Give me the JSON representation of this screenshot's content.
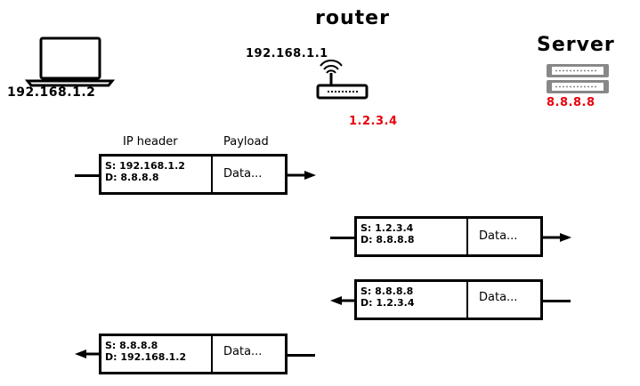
{
  "router": {
    "title": "router",
    "lan_ip": "192.168.1.1",
    "wan_ip": "1.2.3.4"
  },
  "laptop": {
    "ip": "192.168.1.2"
  },
  "server": {
    "title": "Server",
    "ip": "8.8.8.8"
  },
  "column_headers": {
    "ip_header": "IP header",
    "payload": "Payload"
  },
  "packets": [
    {
      "src": "S: 192.168.1.2",
      "dst": "D: 8.8.8.8",
      "payload": "Data...",
      "direction": "right"
    },
    {
      "src": "S: 1.2.3.4",
      "dst": "D: 8.8.8.8",
      "payload": "Data...",
      "direction": "right"
    },
    {
      "src": "S: 8.8.8.8",
      "dst": "D: 1.2.3.4",
      "payload": "Data...",
      "direction": "left"
    },
    {
      "src": "S: 8.8.8.8",
      "dst": "D: 192.168.1.2",
      "payload": "Data...",
      "direction": "left"
    }
  ],
  "colors": {
    "highlight": "#e8000b",
    "stroke": "#000000",
    "device_gray": "#888888"
  },
  "icons": [
    "laptop-icon",
    "router-icon",
    "server-icon"
  ]
}
